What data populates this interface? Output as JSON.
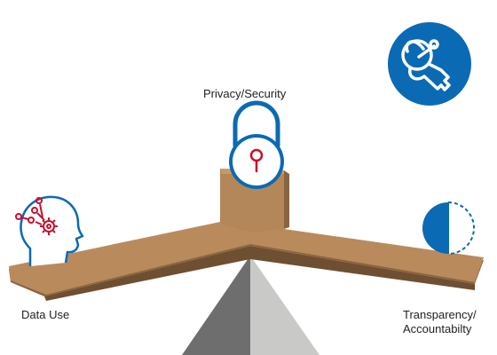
{
  "labels": {
    "privacy_security": "Privacy/Security",
    "data_use": "Data Use",
    "transparency_line1": "Transparency/",
    "transparency_line2": "Accountabilty"
  },
  "icons": {
    "key": "key-icon",
    "padlock": "padlock-icon",
    "head_with_gears": "head-with-gears-icon",
    "half_circle": "half-circle-icon",
    "balance_board": "balance-board",
    "fulcrum": "fulcrum-pyramid"
  },
  "colors": {
    "blue": "#0a6ab4",
    "red": "#c8102e",
    "board_top": "#b98b5c",
    "board_side": "#8a6440",
    "pyramid_dark": "#6e6e6e",
    "pyramid_light": "#c8c8c6"
  }
}
